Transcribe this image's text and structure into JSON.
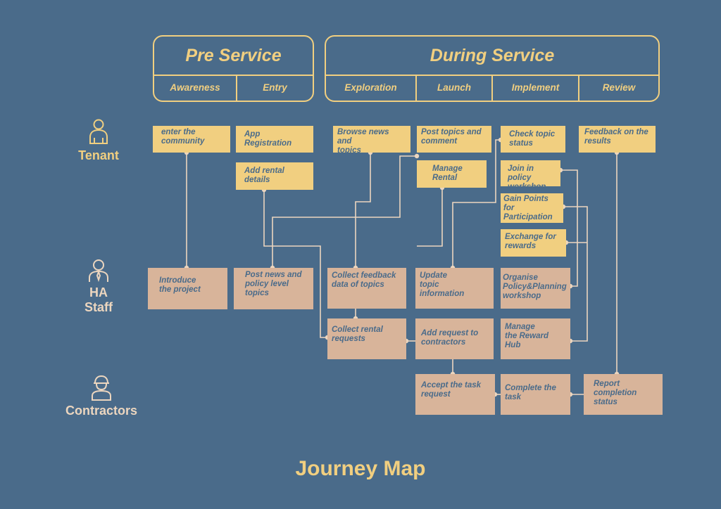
{
  "phases": {
    "pre": {
      "title": "Pre Service",
      "stages": [
        "Awareness",
        "Entry"
      ]
    },
    "during": {
      "title": "During Service",
      "stages": [
        "Exploration",
        "Launch",
        "Implement",
        "Review"
      ]
    }
  },
  "actors": {
    "tenant": "Tenant",
    "staff": "HA\nStaff",
    "contractors": "Contractors"
  },
  "cards": {
    "enter_community": "enter the\ncommunity",
    "app_registration": "App\nRegistration",
    "add_rental_details": "Add rental\ndetails",
    "browse_news": "Browse news and\ntopics",
    "post_topics": "Post topics and\ncomment",
    "manage_rental": "Manage\nRental",
    "check_topic_status": "Check topic\nstatus",
    "join_workshop": "Join in policy\nworkshop",
    "gain_points": "Gain Points\nfor\nParticipation",
    "exchange_rewards": "Exchange for\nrewards",
    "feedback_results": "Feedback on the\nresults",
    "introduce_project": "Introduce\nthe project",
    "post_news_policy": "Post news and\npolicy level\ntopics",
    "collect_feedback": "Collect feedback\ndata of topics",
    "update_topic": "Update\ntopic\ninformation",
    "organise_workshop": "Organise\nPolicy&Planning\nworkshop",
    "collect_rental": "Collect rental\nrequests",
    "add_request_contractors": "Add request to\ncontractors",
    "manage_reward_hub": "Manage\nthe Reward\nHub",
    "accept_task": "Accept the task\nrequest",
    "complete_task": "Complete the\ntask",
    "report_completion": "Report\ncompletion\nstatus"
  },
  "title": "Journey Map",
  "colors": {
    "background": "#4a6b8a",
    "accent": "#f1cf80",
    "staff_card": "#d8b49a",
    "actor_light": "#ecd6bf"
  },
  "icons": {
    "tenant": "person-icon",
    "staff": "staff-person-icon",
    "contractors": "worker-icon"
  }
}
